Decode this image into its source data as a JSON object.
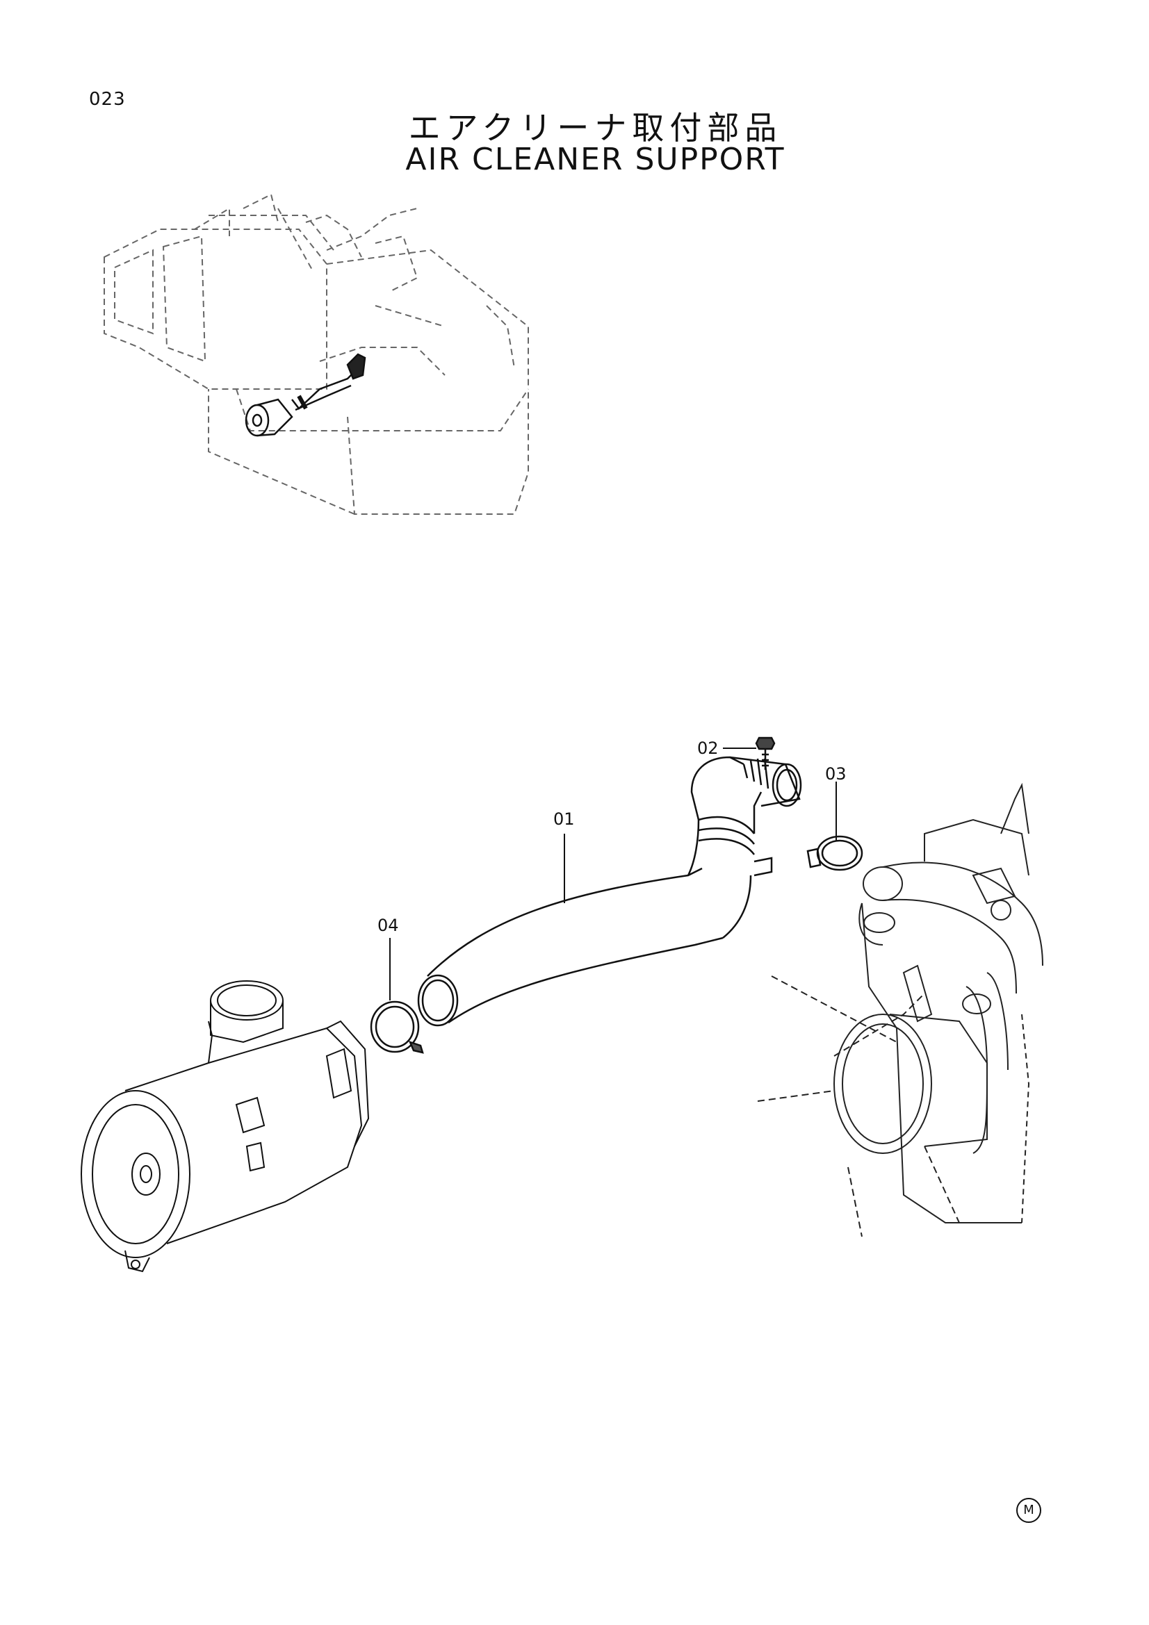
{
  "page": {
    "number": "023",
    "title_jp": "エアクリーナ取付部品",
    "title_en": "AIR CLEANER SUPPORT",
    "mark": "M"
  },
  "callouts": [
    {
      "id": "01",
      "label": "01"
    },
    {
      "id": "02",
      "label": "02"
    },
    {
      "id": "03",
      "label": "03"
    },
    {
      "id": "04",
      "label": "04"
    }
  ]
}
